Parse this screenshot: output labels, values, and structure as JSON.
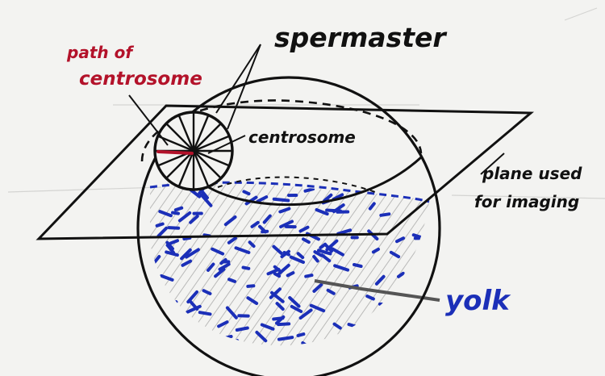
{
  "labels": {
    "title": "spermaster",
    "path": [
      "path of",
      "centrosome"
    ],
    "centrosome": "centrosome",
    "plane": [
      "plane used",
      "for imaging"
    ],
    "yolk": "yolk"
  },
  "colors": {
    "ink": "#111111",
    "red": "#b3122a",
    "blue": "#1b2fb8",
    "paper": "#f3f3f1",
    "pencil": "#8a8a8a"
  }
}
